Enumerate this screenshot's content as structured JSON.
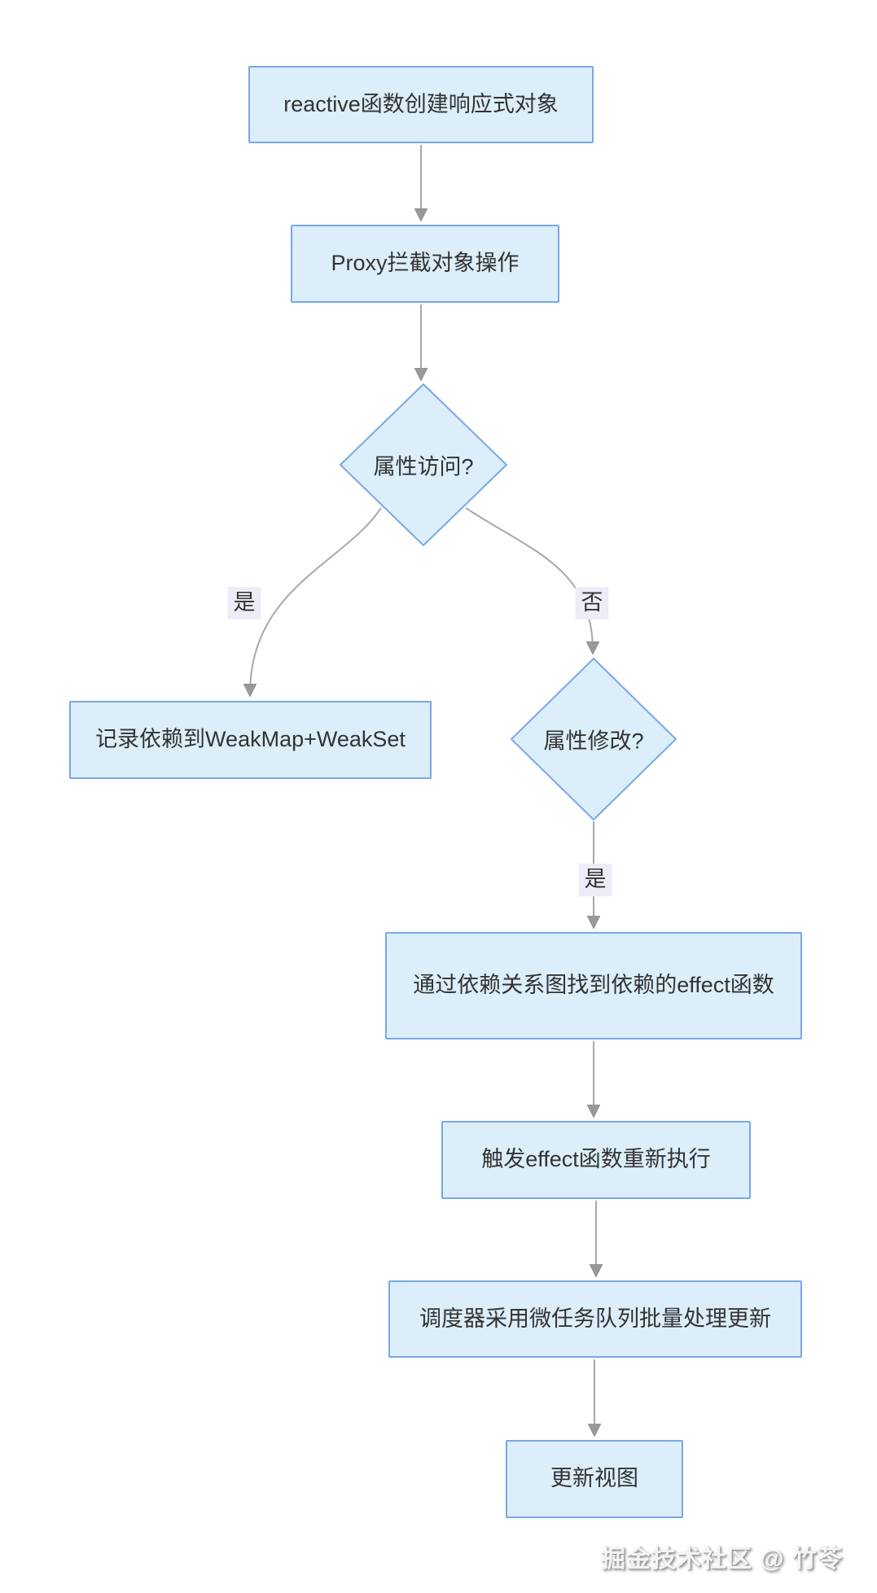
{
  "flowchart": {
    "nodes": {
      "create": "reactive函数创建响应式对象",
      "proxy": "Proxy拦截对象操作",
      "access_check": "属性访问?",
      "record": "记录依赖到WeakMap+WeakSet",
      "modify_check": "属性修改?",
      "find_effects": "通过依赖关系图找到依赖的effect函数",
      "trigger": "触发effect函数重新执行",
      "scheduler": "调度器采用微任务队列批量处理更新",
      "update_view": "更新视图"
    },
    "edge_labels": {
      "access_yes": "是",
      "access_no": "否",
      "modify_yes": "是"
    },
    "watermark": "掘金技术社区 @ 竹苓",
    "colors": {
      "node_fill": "#dbeefa",
      "node_border": "#7ba7e8",
      "edge_line": "#a8a8a8",
      "arrowhead": "#999999",
      "edge_label_bg": "#edecf7",
      "text": "#333333"
    }
  }
}
